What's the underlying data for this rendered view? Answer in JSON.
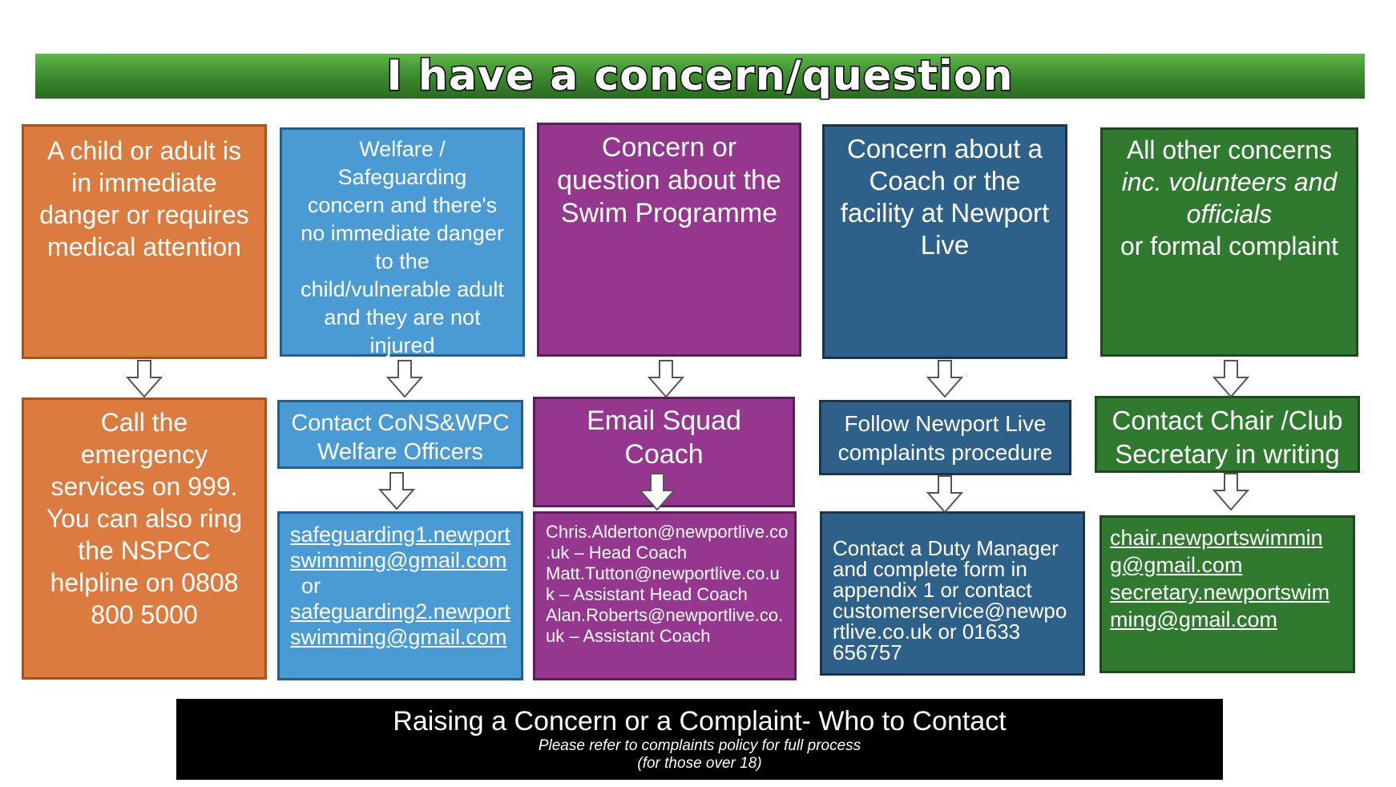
{
  "banner": {
    "title": "I have a concern/question"
  },
  "columns": [
    {
      "id": "emergency",
      "top_box": {
        "lines": [
          "A child or adult is",
          "in immediate",
          "danger or requires",
          "medical attention"
        ]
      },
      "action_box": {
        "lines": [
          "Call the",
          "emergency",
          "services on 999.",
          "You can also ring",
          "the NSPCC",
          "helpline on 0808",
          "800 5000"
        ]
      }
    },
    {
      "id": "welfare",
      "top_box": {
        "lines": [
          "Welfare /",
          "Safeguarding",
          "concern and there's",
          "no immediate danger",
          "to the",
          "child/vulnerable adult",
          "and they are not",
          "injured"
        ]
      },
      "action_box": {
        "lines": [
          "Contact CoNS&WPC",
          "Welfare Officers"
        ]
      },
      "contact_box": {
        "email1": [
          "safeguarding1.newport",
          "swimming@gmail.com"
        ],
        "separator": "or",
        "email2": [
          "safeguarding2.newport",
          "swimming@gmail.com"
        ]
      }
    },
    {
      "id": "programme",
      "top_box": {
        "lines": [
          "Concern or",
          "question about the",
          "Swim Programme"
        ]
      },
      "action_box": {
        "lines": [
          "Email Squad",
          "Coach"
        ]
      },
      "contact_box": {
        "lines": [
          "Chris.Alderton@newportlive.co",
          ".uk – Head Coach",
          "Matt.Tutton@newportlive.co.u",
          "k – Assistant Head Coach",
          "Alan.Roberts@newportlive.co.",
          "uk – Assistant Coach"
        ]
      }
    },
    {
      "id": "facility",
      "top_box": {
        "lines": [
          "Concern about a",
          "Coach or the",
          "facility at Newport",
          "Live"
        ]
      },
      "action_box": {
        "lines": [
          "Follow Newport Live",
          "complaints procedure"
        ]
      },
      "contact_box": {
        "lines": [
          "Contact a Duty Manager",
          "and complete form in",
          "appendix 1 or contact",
          "customerservice@newpo",
          "rtlive.co.uk or 01633",
          "656757"
        ]
      }
    },
    {
      "id": "other",
      "top_box": {
        "line1": "All other concerns",
        "italic_lines": [
          "inc. volunteers and",
          "officials"
        ],
        "line4": "or formal complaint"
      },
      "action_box": {
        "lines": [
          "Contact Chair /Club",
          "Secretary in writing"
        ]
      },
      "contact_box": {
        "email1": [
          "chair.newportswimmin",
          "g@gmail.com"
        ],
        "email2": [
          "secretary.newportswim",
          "ming@gmail.com"
        ]
      }
    }
  ],
  "footer": {
    "title": "Raising a Concern or a Complaint- Who to Contact",
    "subtitle_1": "Please refer to complaints policy for full process",
    "subtitle_2": "(for those over 18)"
  },
  "colors": {
    "orange": "#dc7b3f",
    "blue": "#4a9bd4",
    "purple": "#95368f",
    "navy": "#2e6189",
    "green": "#2f7a2f",
    "banner_green": "#3f8f30",
    "footer": "#000000"
  },
  "icons": [
    "down-arrow-icon"
  ]
}
